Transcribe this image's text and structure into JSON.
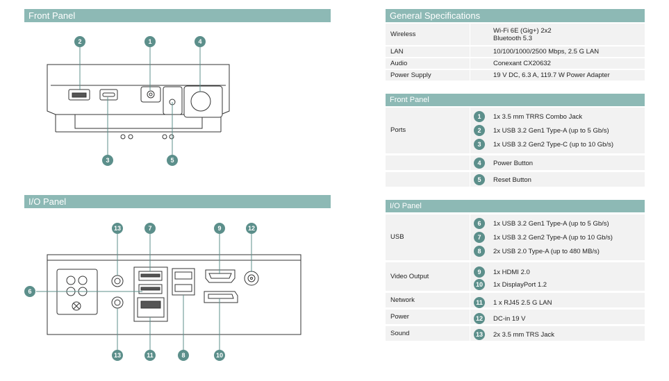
{
  "sections": {
    "front_panel": "Front Panel",
    "io_panel": "I/O Panel",
    "general_specs": "General Specifications",
    "front_panel_table": "Front Panel",
    "io_panel_table": "I/O Panel"
  },
  "callouts": {
    "c1": "1",
    "c2": "2",
    "c3": "3",
    "c4": "4",
    "c5": "5",
    "c6": "6",
    "c7": "7",
    "c8": "8",
    "c9": "9",
    "c10": "10",
    "c11": "11",
    "c12": "12",
    "c13": "13"
  },
  "general": [
    {
      "label": "Wireless",
      "lines": [
        "Wi-Fi 6E (Gig+) 2x2",
        "Bluetooth 5.3"
      ]
    },
    {
      "label": "LAN",
      "lines": [
        "10/100/1000/2500 Mbps, 2.5 G LAN"
      ]
    },
    {
      "label": "Audio",
      "lines": [
        "Conexant CX20632"
      ]
    },
    {
      "label": "Power Supply",
      "lines": [
        "19 V DC, 6.3 A, 119.7 W Power Adapter"
      ]
    }
  ],
  "front": {
    "ports_label": "Ports",
    "ports": [
      {
        "n": "1",
        "text": "1x 3.5 mm TRRS Combo Jack"
      },
      {
        "n": "2",
        "text": "1x USB 3.2 Gen1 Type-A (up to 5 Gb/s)"
      },
      {
        "n": "3",
        "text": "1x USB 3.2 Gen2 Type-C (up to 10 Gb/s)"
      }
    ],
    "power_button": {
      "n": "4",
      "text": "Power Button"
    },
    "reset_button": {
      "n": "5",
      "text": "Reset Button"
    }
  },
  "io": {
    "usb_label": "USB",
    "usb": [
      {
        "n": "6",
        "text": "1x USB 3.2 Gen1 Type-A (up to 5 Gb/s)"
      },
      {
        "n": "7",
        "text": "1x USB 3.2 Gen2 Type-A (up to 10 Gb/s)"
      },
      {
        "n": "8",
        "text": "2x USB 2.0 Type-A (up to 480 MB/s)"
      }
    ],
    "video_label": "Video Output",
    "video": [
      {
        "n": "9",
        "text": "1x HDMI 2.0"
      },
      {
        "n": "10",
        "text": "1x DisplayPort 1.2"
      }
    ],
    "network_label": "Network",
    "network": {
      "n": "11",
      "text": "1 x RJ45 2.5 G LAN"
    },
    "power_label": "Power",
    "power": {
      "n": "12",
      "text": "DC-in 19 V"
    },
    "sound_label": "Sound",
    "sound": {
      "n": "13",
      "text": "2x 3.5 mm TRS Jack"
    }
  }
}
